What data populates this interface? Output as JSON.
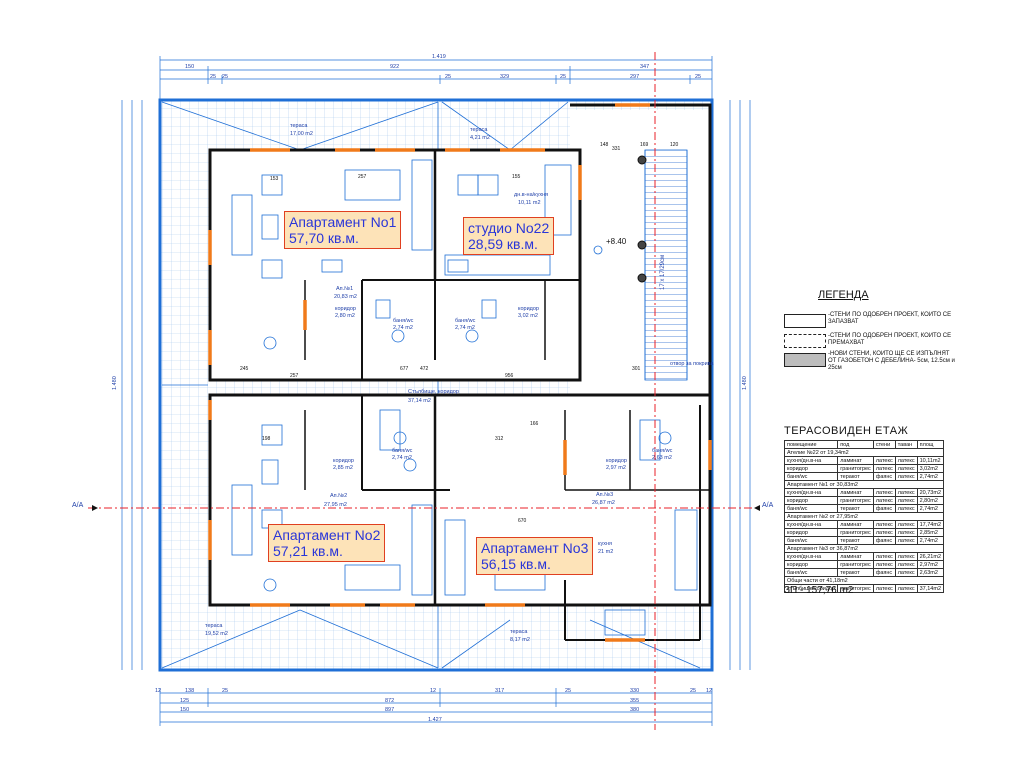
{
  "floor_title": "ТЕРАСОВИДЕН ЕТАЖ",
  "built_area": "ЗП - 157,76 m2",
  "apartments": [
    {
      "id": "ap1",
      "name": "Апартамент No1",
      "area": "57,70 кв.м."
    },
    {
      "id": "st22",
      "name": "студио No22",
      "area": "28,59 кв.м."
    },
    {
      "id": "ap2",
      "name": "Апартамент No2",
      "area": "57,21 кв.м."
    },
    {
      "id": "ap3",
      "name": "Апартамент No3",
      "area": "56,15 кв.м."
    }
  ],
  "legend": {
    "title": "ЛЕГЕНДА",
    "items": [
      {
        "text": "-СТЕНИ ПО ОДОБРЕН ПРОЕКТ, КОИТО СЕ ЗАПАЗВАТ"
      },
      {
        "text": "-СТЕНИ ПО ОДОБРЕН ПРОЕКТ, КОИТО СЕ ПРЕМАХВАТ"
      },
      {
        "text": "-НОВИ СТЕНИ, КОИТО ЩЕ СЕ ИЗПЪЛНЯТ ОТ ГАЗОБЕТОН С ДЕБЕЛИНА- 5см, 12.5см и 25см"
      }
    ]
  },
  "area_table": {
    "headers": [
      "помещение",
      "под",
      "стени",
      "таван",
      "площ"
    ],
    "rows": [
      {
        "section": "Ателие №22 от 19,34m2"
      },
      {
        "cells": [
          "кухня/дн.в-на",
          "ламинат",
          "латекс",
          "латекс",
          "10,11m2"
        ]
      },
      {
        "cells": [
          "коридор",
          "гранитогрес",
          "латекс",
          "латекс",
          "3,02m2"
        ]
      },
      {
        "cells": [
          "баня/wc",
          "теракот",
          "фаянс",
          "латекс",
          "2,74m2"
        ]
      },
      {
        "section": "Апартамент №1 от 30,83m2"
      },
      {
        "cells": [
          "кухня/дн.в-на",
          "ламинат",
          "латекс",
          "латекс",
          "20,73m2"
        ]
      },
      {
        "cells": [
          "коридор",
          "гранитогрес",
          "латекс",
          "латекс",
          "2,80m2"
        ]
      },
      {
        "cells": [
          "баня/wc",
          "теракот",
          "фаянс",
          "латекс",
          "2,74m2"
        ]
      },
      {
        "section": "Апартамент №2 от 27,95m2"
      },
      {
        "cells": [
          "кухня/дн.в-на",
          "ламинат",
          "латекс",
          "латекс",
          "17,74m2"
        ]
      },
      {
        "cells": [
          "коридор",
          "гранитогрес",
          "латекс",
          "латекс",
          "2,85m2"
        ]
      },
      {
        "cells": [
          "баня/wc",
          "теракот",
          "фаянс",
          "латекс",
          "2,74m2"
        ]
      },
      {
        "section": "Апартамент №3 от 36,87m2"
      },
      {
        "cells": [
          "кухня/дн.в-на",
          "ламинат",
          "латекс",
          "латекс",
          "26,21m2"
        ]
      },
      {
        "cells": [
          "коридор",
          "гранитогрес",
          "латекс",
          "латекс",
          "2,97m2"
        ]
      },
      {
        "cells": [
          "баня/wc",
          "теракот",
          "фаянс",
          "латекс",
          "2,63m2"
        ]
      },
      {
        "section": "Общи части от 41,18m2"
      },
      {
        "cells": [
          "стълбище/коридор",
          "гранитогрес",
          "латекс",
          "латекс",
          "37,14m2"
        ]
      }
    ]
  },
  "room_labels": {
    "tr1": "тераса",
    "tr1a": "17,00 m2",
    "tr2": "тераса",
    "tr2a": "4,21 m2",
    "tr3": "тераса",
    "tr3a": "19,52 m2",
    "tr4": "тераса",
    "tr4a": "8,17 m2",
    "dn": "дн.в-на/кухня",
    "dna": "10,11 m2",
    "an1": "Ап.№1",
    "an1a": "20,83 m2",
    "an2": "Ап.№2",
    "an2a": "27,95 m2",
    "an3": "Ап.№3",
    "an3a": "26,87 m2",
    "stair": "Стълбище, коридор",
    "staira": "37,14 m2",
    "elev": "+8.40",
    "cor1": "коридор",
    "cor1a": "2,80 m2",
    "cor2": "коридор",
    "cor2a": "3,02 m2",
    "bath1": "баня/wc",
    "bath1a": "2,74 m2",
    "bath2": "баня/wc",
    "bath2a": "2,74 m2",
    "bath3": "баня/wc",
    "bath3a": "2,74 m2",
    "bath4": "баня/wc",
    "bath4a": "2,63 m2",
    "cor3": "коридор",
    "cor3a": "2,85 m2",
    "cor4": "коридор",
    "cor4a": "2,97 m2",
    "kitch3": "кухня",
    "kitch3a": "21 m2",
    "section": "А/А",
    "stairs_txt": "17 x 17/29см",
    "otvor": "отвор за покрива"
  },
  "dimensions": {
    "top_total": "1.419",
    "top_row2": [
      "150",
      "922",
      "347"
    ],
    "top_row3": [
      "25",
      "25",
      "25",
      "329",
      "25",
      "297",
      "25"
    ],
    "bottom_row1": [
      "12",
      "138",
      "25",
      "12",
      "317",
      "25",
      "330",
      "25",
      "12"
    ],
    "bottom_row2": [
      "125",
      "872",
      "355"
    ],
    "bottom_row3": [
      "150",
      "897",
      "380"
    ],
    "bottom_total": "1.427",
    "left_total": "1.480",
    "right_total": "1.480",
    "inner": [
      "153",
      "257",
      "155",
      "148",
      "169",
      "120",
      "245",
      "257",
      "677",
      "956",
      "198",
      "312",
      "166",
      "472",
      "301",
      "670",
      "331"
    ]
  },
  "colors": {
    "line_blue": "#1f6fd6",
    "wall_black": "#111111",
    "opening_orange": "#f07a1a",
    "label_bg": "#fde3b8",
    "label_border": "#e04020",
    "axis_red": "#e8202a",
    "terrace_grid": "#a9c9ee"
  }
}
